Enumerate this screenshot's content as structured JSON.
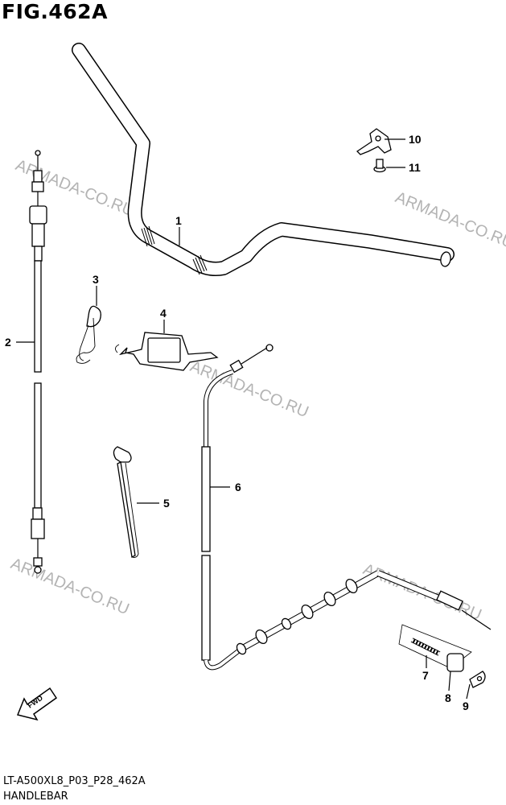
{
  "figure": {
    "title": "FIG.462A",
    "code": "LT-A500XL8_P03_P28_462A",
    "name": "HANDLEBAR"
  },
  "watermark": "ARMADA-CO.RU",
  "callouts": [
    "1",
    "2",
    "3",
    "4",
    "5",
    "6",
    "7",
    "8",
    "9",
    "10",
    "11"
  ],
  "direction_badge": "FWD"
}
